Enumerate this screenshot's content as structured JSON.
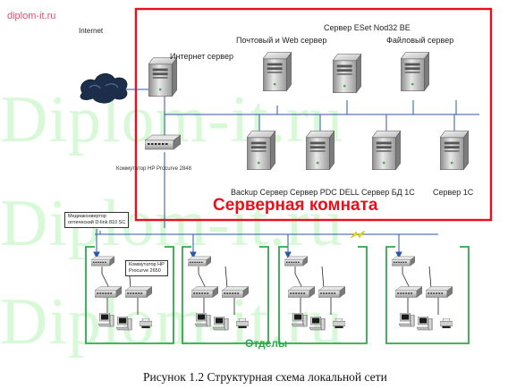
{
  "watermark": {
    "site_label": "diplom-it.ru",
    "big_text": "Diplom-it.ru"
  },
  "internet": {
    "label": "Internet"
  },
  "server_room": {
    "title": "Серверная комната",
    "internet_server": "Интернет сервер",
    "mail_web_server": "Почтовый и Web сервер",
    "antivirus_server": "Сервер ESet Nod32 BE",
    "file_server": "Файловый сервер",
    "backup_server": "Backup Сервер",
    "pdc_server": "Сервер PDC DELL",
    "db_server": "Сервер БД 1С",
    "app_server": "Сервер  1С"
  },
  "core_switch": {
    "label": "Коммутатор HP Procurve 2848"
  },
  "media_converter": {
    "line1": "Медиаконвертор",
    "line2": "оптический D-link 810 SC"
  },
  "access_switch": {
    "line1": "Коммутатор HP",
    "line2": "Procurve 2650"
  },
  "departments": {
    "label": "Отделы"
  },
  "caption": "Рисунок 1.2 Структурная схема локальной сети",
  "colors": {
    "server_room_border": "#e8101c",
    "department_border": "#2ea84a",
    "link_blue": "#2a5aa8",
    "watermark_green": "#b7f5b7"
  }
}
